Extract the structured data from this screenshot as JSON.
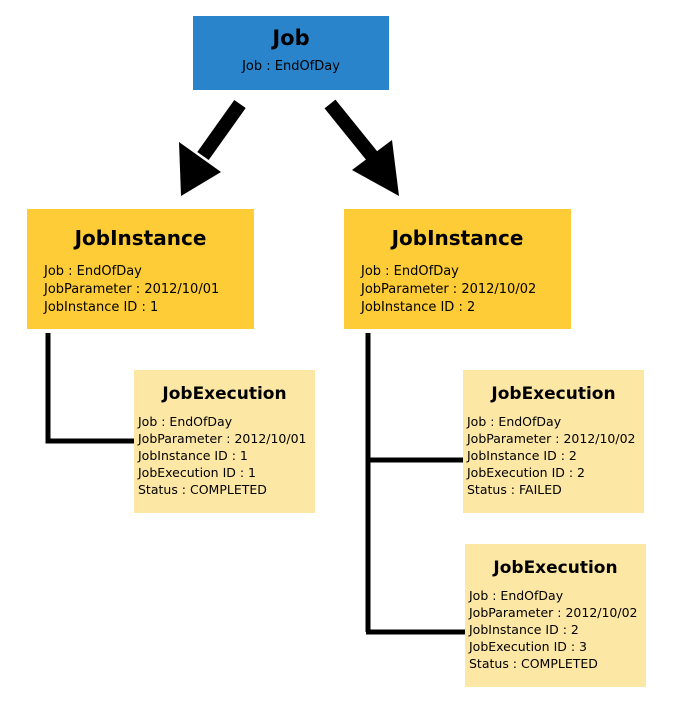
{
  "job": {
    "title": "Job",
    "line": "Job : EndOfDay"
  },
  "instances": [
    {
      "title": "JobInstance",
      "lines": [
        "Job : EndOfDay",
        "JobParameter : 2012/10/01",
        "JobInstance ID : 1"
      ]
    },
    {
      "title": "JobInstance",
      "lines": [
        "Job : EndOfDay",
        "JobParameter : 2012/10/02",
        "JobInstance ID : 2"
      ]
    }
  ],
  "executions": [
    {
      "title": "JobExecution",
      "lines": [
        "Job : EndOfDay",
        "JobParameter : 2012/10/01",
        "JobInstance ID : 1",
        "JobExecution ID : 1",
        "Status : COMPLETED"
      ]
    },
    {
      "title": "JobExecution",
      "lines": [
        "Job : EndOfDay",
        "JobParameter : 2012/10/02",
        "JobInstance ID : 2",
        "JobExecution ID : 2",
        "Status : FAILED"
      ]
    },
    {
      "title": "JobExecution",
      "lines": [
        "Job : EndOfDay",
        "JobParameter : 2012/10/02",
        "JobInstance ID : 2",
        "JobExecution ID : 3",
        "Status : COMPLETED"
      ]
    }
  ],
  "colors": {
    "job": "#2a84cc",
    "instance": "#fdcc36",
    "execution": "#fde7a4",
    "connector": "#000000"
  }
}
